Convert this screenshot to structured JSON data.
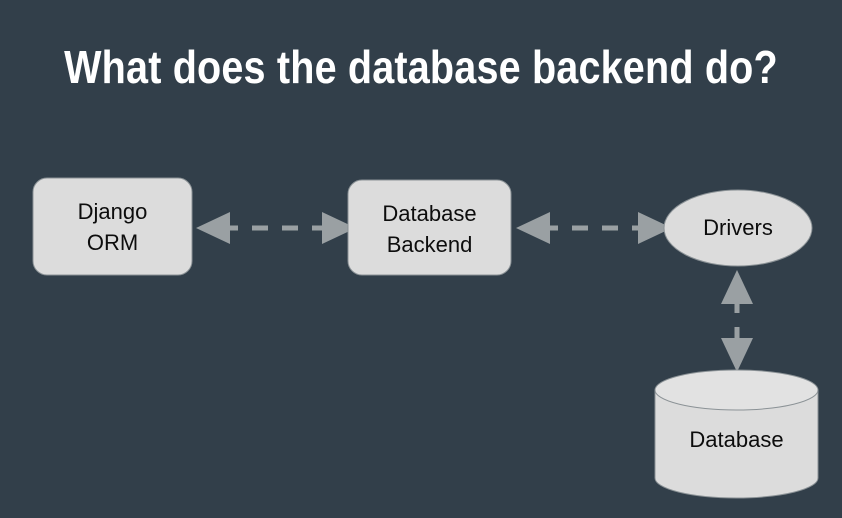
{
  "slide": {
    "title": "What does the database backend do?",
    "background_color": "#323f4a",
    "title_color": "#ffffff"
  },
  "theme": {
    "node_fill": "#dcdcdc",
    "node_stroke": "#8b9296",
    "node_text_color": "#0d0d0d",
    "arrow_color": "#9aa0a3"
  },
  "diagram": {
    "type": "flow-diagram",
    "nodes": [
      {
        "id": "django-orm",
        "label": "Django\nORM",
        "shape": "rounded-rectangle"
      },
      {
        "id": "database-backend",
        "label": "Database\nBackend",
        "shape": "rounded-rectangle"
      },
      {
        "id": "drivers",
        "label": "Drivers",
        "shape": "ellipse"
      },
      {
        "id": "database",
        "label": "Database",
        "shape": "cylinder"
      }
    ],
    "edges": [
      {
        "id": "edge-orm-backend",
        "from": "django-orm",
        "to": "database-backend",
        "style": "dashed",
        "direction": "bidirectional"
      },
      {
        "id": "edge-backend-drivers",
        "from": "database-backend",
        "to": "drivers",
        "style": "dashed",
        "direction": "bidirectional"
      },
      {
        "id": "edge-drivers-database",
        "from": "drivers",
        "to": "database",
        "style": "dashed",
        "direction": "bidirectional"
      }
    ]
  }
}
